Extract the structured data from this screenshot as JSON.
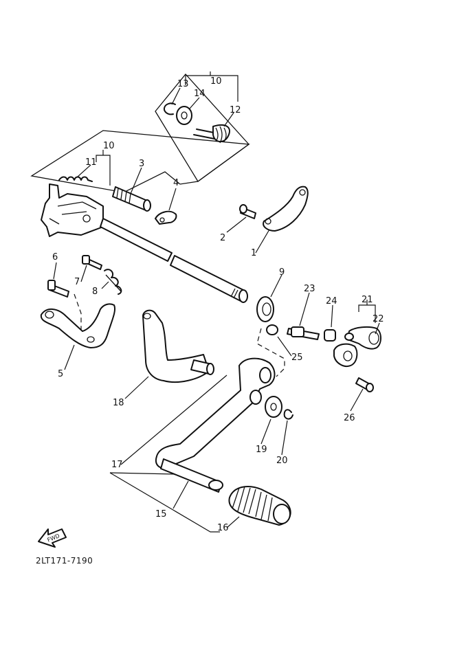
{
  "diagram": {
    "callouts": [
      {
        "id": "1",
        "label": "1"
      },
      {
        "id": "2",
        "label": "2"
      },
      {
        "id": "3",
        "label": "3"
      },
      {
        "id": "4",
        "label": "4"
      },
      {
        "id": "5",
        "label": "5"
      },
      {
        "id": "6",
        "label": "6"
      },
      {
        "id": "7",
        "label": "7"
      },
      {
        "id": "8",
        "label": "8"
      },
      {
        "id": "9",
        "label": "9"
      },
      {
        "id": "10a",
        "label": "10"
      },
      {
        "id": "10b",
        "label": "10"
      },
      {
        "id": "11",
        "label": "11"
      },
      {
        "id": "12",
        "label": "12"
      },
      {
        "id": "13",
        "label": "13"
      },
      {
        "id": "14",
        "label": "14"
      },
      {
        "id": "15",
        "label": "15"
      },
      {
        "id": "16",
        "label": "16"
      },
      {
        "id": "17",
        "label": "17"
      },
      {
        "id": "18",
        "label": "18"
      },
      {
        "id": "19",
        "label": "19"
      },
      {
        "id": "20",
        "label": "20"
      },
      {
        "id": "21",
        "label": "21"
      },
      {
        "id": "22",
        "label": "22"
      },
      {
        "id": "23",
        "label": "23"
      },
      {
        "id": "24",
        "label": "24"
      },
      {
        "id": "25",
        "label": "25"
      },
      {
        "id": "26",
        "label": "26"
      }
    ],
    "fwd_label": "FWD",
    "drawing_code": "2LT171-7190"
  }
}
